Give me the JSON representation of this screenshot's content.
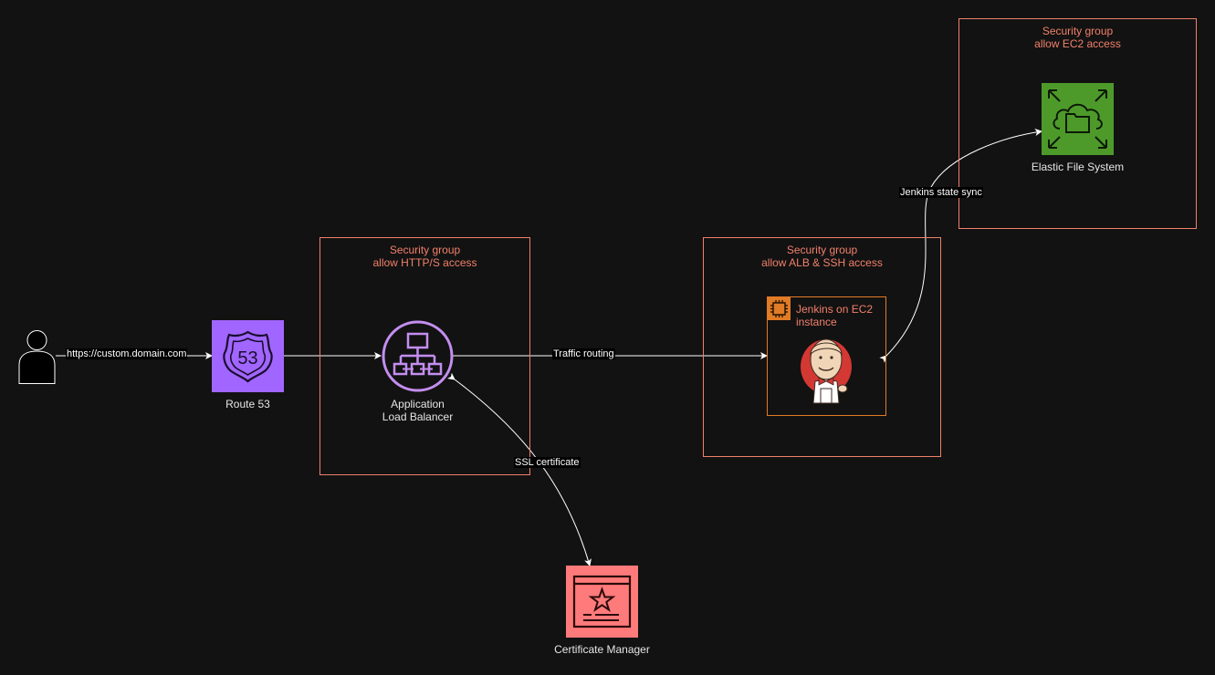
{
  "security_groups": {
    "alb": {
      "line1": "Security group",
      "line2": "allow HTTP/S access"
    },
    "ec2": {
      "line1": "Security group",
      "line2": "allow ALB & SSH access"
    },
    "efs": {
      "line1": "Security group",
      "line2": "allow EC2 access"
    }
  },
  "nodes": {
    "user": {
      "icon": "user-icon"
    },
    "route53": {
      "label": "Route 53",
      "icon": "route53-icon",
      "color": "#a166ff"
    },
    "alb": {
      "label_line1": "Application",
      "label_line2": "Load Balancer",
      "icon": "load-balancer-icon",
      "color": "#c48ef0"
    },
    "ec2": {
      "title_line1": "Jenkins on EC2",
      "title_line2": "instance",
      "icon": "jenkins-icon",
      "color": "#e07b26"
    },
    "efs": {
      "label": "Elastic File System",
      "icon": "efs-icon",
      "color": "#4d9a2a"
    },
    "acm": {
      "label": "Certificate Manager",
      "icon": "certificate-manager-icon",
      "color": "#ff7a7a"
    }
  },
  "edges": {
    "user_to_route53": "https://custom.domain.com",
    "alb_to_ec2": "Traffic routing",
    "alb_to_acm": "SSL certificate",
    "ec2_to_efs": "Jenkins state sync"
  },
  "colors": {
    "background": "#121212",
    "security_group_border": "#f0806a",
    "edge": "#ffffff"
  }
}
